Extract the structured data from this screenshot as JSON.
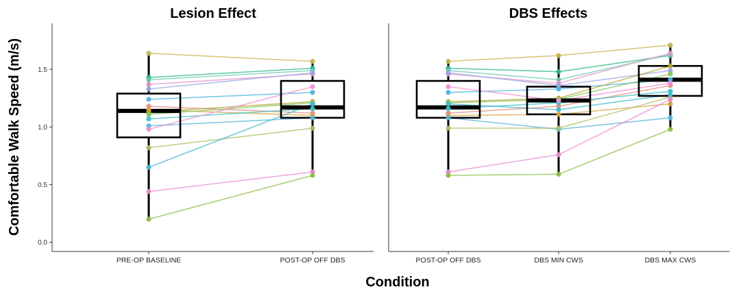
{
  "chart_data": {
    "type": "boxplot-paired",
    "ylabel": "Comfortable Walk Speed (m/s)",
    "xlabel": "Condition",
    "ylim": [
      -0.08,
      1.9
    ],
    "yticks": [
      0.0,
      0.5,
      1.0,
      1.5
    ],
    "ytick_labels": [
      "0.0",
      "0.5",
      "1.0",
      "1.5"
    ],
    "grid": false,
    "legend": "none",
    "box_color": "#000000",
    "panels": [
      {
        "title": "Lesion Effect",
        "categories": [
          "PRE-OP BASELINE",
          "POST-OP OFF DBS"
        ],
        "boxes": [
          {
            "whisker_low": 0.2,
            "q1": 0.91,
            "median": 1.14,
            "q3": 1.29,
            "whisker_high": 1.64
          },
          {
            "whisker_low": 0.58,
            "q1": 1.08,
            "median": 1.17,
            "q3": 1.4,
            "whisker_high": 1.57
          }
        ],
        "subjects": [
          {
            "color": "#c8b450",
            "values": [
              1.64,
              1.57
            ]
          },
          {
            "color": "#2eb88a",
            "values": [
              1.43,
              1.51
            ]
          },
          {
            "color": "#6fc7b6",
            "values": [
              1.41,
              1.49
            ]
          },
          {
            "color": "#e695c8",
            "values": [
              1.37,
              1.46
            ]
          },
          {
            "color": "#9aa7e6",
            "values": [
              1.33,
              1.47
            ]
          },
          {
            "color": "#4db5e0",
            "values": [
              1.24,
              1.3
            ]
          },
          {
            "color": "#e48f7e",
            "values": [
              1.18,
              1.12
            ]
          },
          {
            "color": "#d9a441",
            "values": [
              1.15,
              1.1
            ]
          },
          {
            "color": "#b9a736",
            "values": [
              1.13,
              1.22
            ]
          },
          {
            "color": "#82c45c",
            "values": [
              1.11,
              1.21
            ]
          },
          {
            "color": "#3fc1c9",
            "values": [
              1.07,
              1.16
            ]
          },
          {
            "color": "#5ab6d8",
            "values": [
              1.01,
              1.08
            ]
          },
          {
            "color": "#f08fd2",
            "values": [
              0.98,
              1.35
            ]
          },
          {
            "color": "#a8c066",
            "values": [
              0.82,
              0.99
            ]
          },
          {
            "color": "#45b8cf",
            "values": [
              0.65,
              1.2
            ]
          },
          {
            "color": "#e68fd0",
            "values": [
              0.44,
              0.61
            ]
          },
          {
            "color": "#8dbf4a",
            "values": [
              0.2,
              0.58
            ]
          }
        ]
      },
      {
        "title": "DBS Effects",
        "categories": [
          "POST-OP OFF DBS",
          "DBS MIN CWS",
          "DBS MAX CWS"
        ],
        "boxes": [
          {
            "whisker_low": 0.58,
            "q1": 1.08,
            "median": 1.17,
            "q3": 1.4,
            "whisker_high": 1.57
          },
          {
            "whisker_low": 0.59,
            "q1": 1.11,
            "median": 1.23,
            "q3": 1.35,
            "whisker_high": 1.62
          },
          {
            "whisker_low": 0.98,
            "q1": 1.27,
            "median": 1.41,
            "q3": 1.53,
            "whisker_high": 1.71
          }
        ],
        "subjects": [
          {
            "color": "#c8b450",
            "values": [
              1.57,
              1.62,
              1.71
            ]
          },
          {
            "color": "#2eb88a",
            "values": [
              1.51,
              1.48,
              1.62
            ]
          },
          {
            "color": "#6fc7b6",
            "values": [
              1.49,
              1.41,
              1.63
            ]
          },
          {
            "color": "#e695c8",
            "values": [
              1.46,
              1.38,
              1.64
            ]
          },
          {
            "color": "#9aa7e6",
            "values": [
              1.47,
              1.36,
              1.49
            ]
          },
          {
            "color": "#4db5e0",
            "values": [
              1.3,
              1.33,
              1.41
            ]
          },
          {
            "color": "#e48f7e",
            "values": [
              1.12,
              1.18,
              1.36
            ]
          },
          {
            "color": "#d9a441",
            "values": [
              1.1,
              1.11,
              1.2
            ]
          },
          {
            "color": "#b9a736",
            "values": [
              1.22,
              1.25,
              1.53
            ]
          },
          {
            "color": "#82c45c",
            "values": [
              1.21,
              1.24,
              1.46
            ]
          },
          {
            "color": "#3fc1c9",
            "values": [
              1.16,
              1.21,
              1.31
            ]
          },
          {
            "color": "#5ab6d8",
            "values": [
              1.08,
              0.98,
              1.08
            ]
          },
          {
            "color": "#f08fd2",
            "values": [
              1.35,
              1.23,
              1.38
            ]
          },
          {
            "color": "#a8c066",
            "values": [
              0.99,
              0.99,
              1.26
            ]
          },
          {
            "color": "#45b8cf",
            "values": [
              1.2,
              1.15,
              1.28
            ]
          },
          {
            "color": "#e68fd0",
            "values": [
              0.61,
              0.76,
              1.24
            ]
          },
          {
            "color": "#8dbf4a",
            "values": [
              0.58,
              0.59,
              0.98
            ]
          }
        ]
      }
    ]
  }
}
